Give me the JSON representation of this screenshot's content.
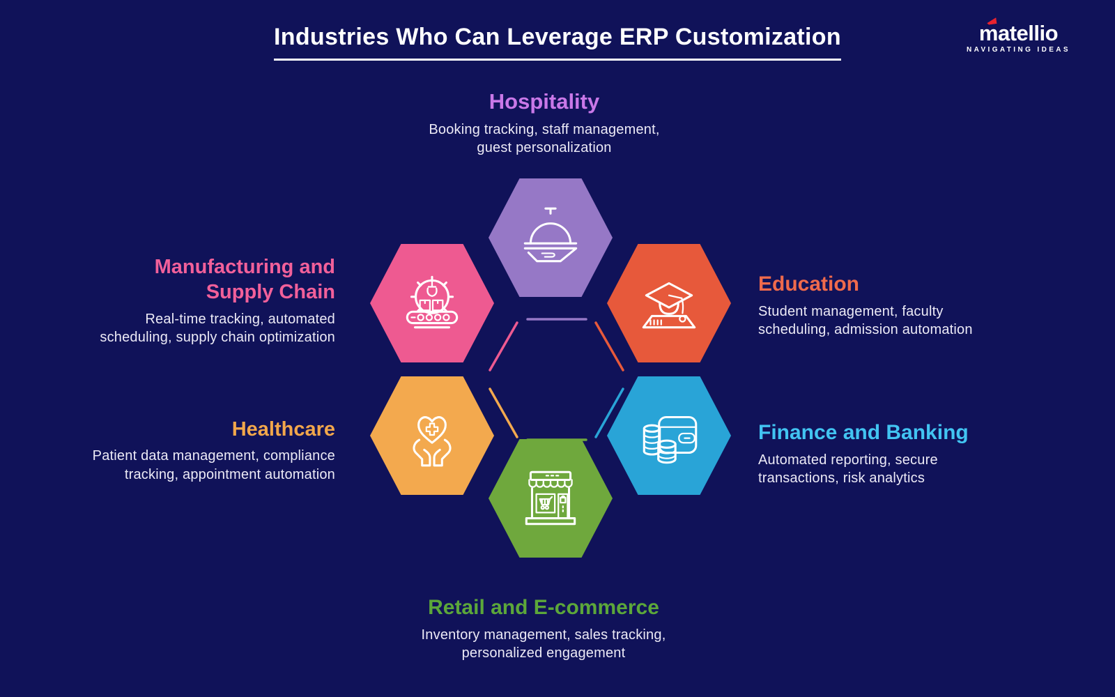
{
  "page": {
    "title": "Industries Who Can Leverage ERP Customization",
    "background_color": "#101259",
    "description_text_color": "#eceaf6"
  },
  "logo": {
    "name": "matellio",
    "tagline": "NAVIGATING IDEAS",
    "accent_color": "#e8232e"
  },
  "industries": [
    {
      "id": "hospitality",
      "label": "Hospitality",
      "description": "Booking tracking, staff management, guest personalization",
      "hex_color": "#9678c6",
      "label_color": "#c978e8",
      "icon": "cloche-serving-icon"
    },
    {
      "id": "manufacturing-supply-chain",
      "label": "Manufacturing and Supply Chain",
      "description": "Real-time tracking, automated scheduling, supply chain optimization",
      "hex_color": "#ee5a91",
      "label_color": "#f2609a",
      "icon": "gear-conveyor-icon"
    },
    {
      "id": "education",
      "label": "Education",
      "description": "Student management, faculty scheduling, admission automation",
      "hex_color": "#e7593b",
      "label_color": "#ef6a4c",
      "icon": "graduation-cap-icon"
    },
    {
      "id": "healthcare",
      "label": "Healthcare",
      "description": "Patient data management, compliance tracking, appointment automation",
      "hex_color": "#f3a94e",
      "label_color": "#f2a74b",
      "icon": "hands-heart-icon"
    },
    {
      "id": "finance-banking",
      "label": "Finance and Banking",
      "description": "Automated reporting, secure transactions, risk analytics",
      "hex_color": "#29a4d7",
      "label_color": "#42c4f2",
      "icon": "wallet-coins-icon"
    },
    {
      "id": "retail-ecommerce",
      "label": "Retail and E-commerce",
      "description": "Inventory management, sales tracking, personalized engagement",
      "hex_color": "#6fa83d",
      "label_color": "#5ca73a",
      "icon": "storefront-icon"
    }
  ]
}
